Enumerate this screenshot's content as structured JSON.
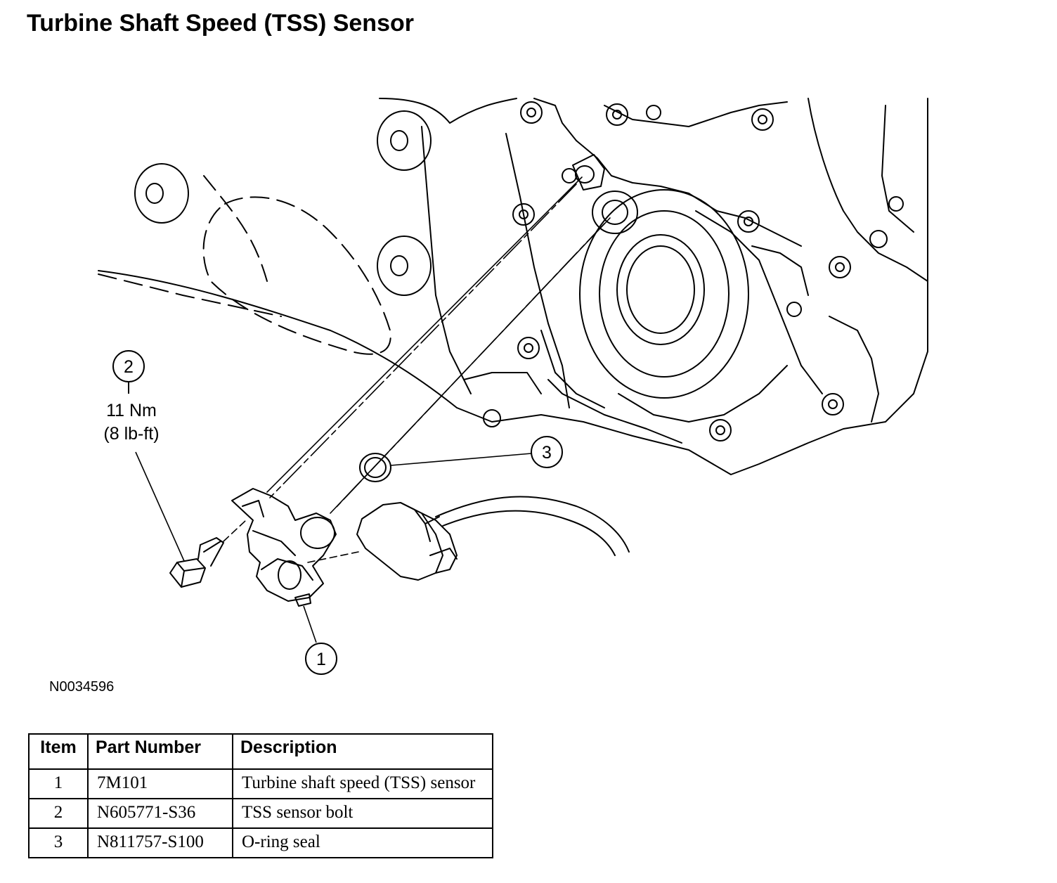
{
  "title": "Turbine Shaft Speed (TSS) Sensor",
  "figure": {
    "figure_id": "N0034596",
    "callouts": [
      {
        "number": "1"
      },
      {
        "number": "2",
        "torque_metric": "11 Nm",
        "torque_imperial": "(8 lb-ft)"
      },
      {
        "number": "3"
      }
    ]
  },
  "table": {
    "headers": [
      "Item",
      "Part Number",
      "Description"
    ],
    "rows": [
      {
        "item": "1",
        "part_number": "7M101",
        "description": "Turbine shaft speed (TSS) sensor"
      },
      {
        "item": "2",
        "part_number": "N605771-S36",
        "description": "TSS sensor bolt"
      },
      {
        "item": "3",
        "part_number": "N811757-S100",
        "description": "O-ring seal"
      }
    ]
  }
}
